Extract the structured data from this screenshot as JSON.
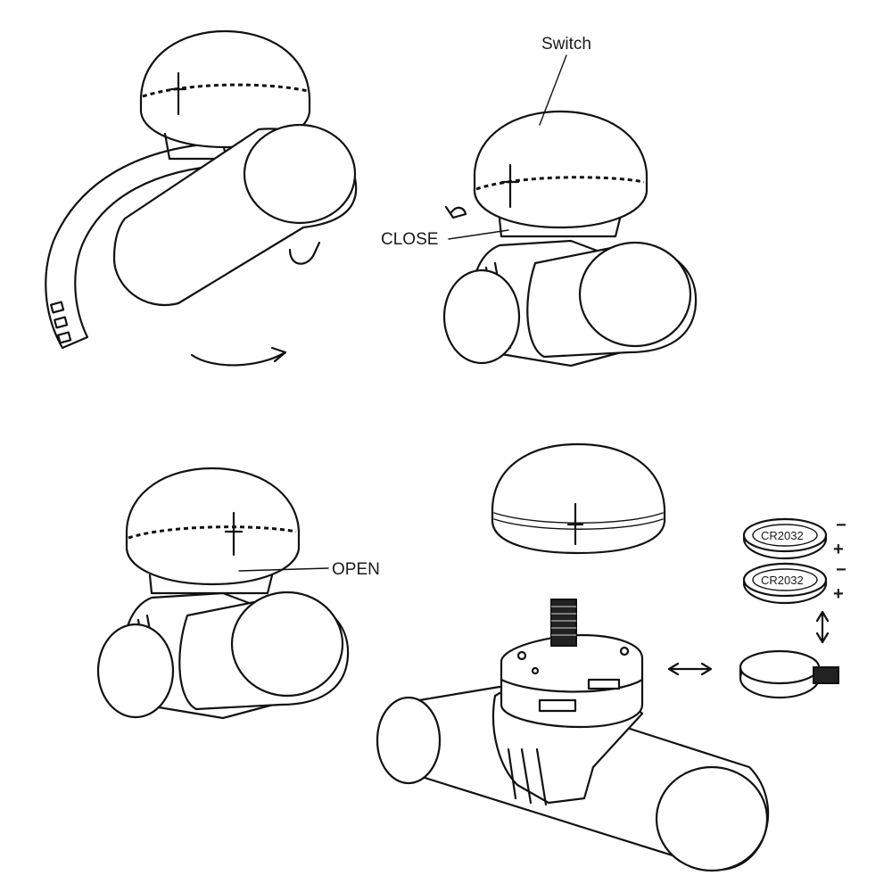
{
  "labels": {
    "switch": "Switch",
    "close": "CLOSE",
    "open": "OPEN"
  },
  "batteries": [
    {
      "model": "CR2032",
      "neg": "−",
      "pos": "+"
    },
    {
      "model": "CR2032",
      "neg": "−",
      "pos": "+"
    }
  ]
}
